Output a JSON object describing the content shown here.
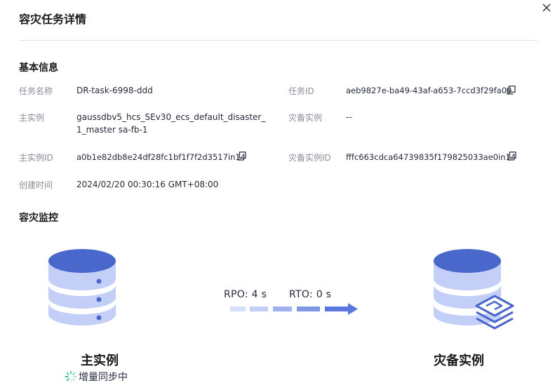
{
  "dialog": {
    "title": "容灾任务详情",
    "close_icon": "close-icon"
  },
  "basic_info": {
    "section_title": "基本信息",
    "task_name_label": "任务名称",
    "task_name_value": "DR-task-6998-ddd",
    "task_id_label": "任务ID",
    "task_id_value": "aeb9827e-ba49-43af-a653-7ccd3f29fa09",
    "primary_instance_label": "主实例",
    "primary_instance_value_line1": "gaussdbv5_hcs_SEv30_ecs_default_disaster_",
    "primary_instance_value_line2": "1_master sa-fb-1",
    "standby_instance_label": "灾备实例",
    "standby_instance_value": "--",
    "primary_instance_id_label": "主实例ID",
    "primary_instance_id_value": "a0b1e82db8e24df28fc1bf1f7f2d3517in14",
    "standby_instance_id_label": "灾备实例ID",
    "standby_instance_id_value": "fffc663cdca64739835f179825033ae0in14",
    "created_time_label": "创建时间",
    "created_time_value": "2024/02/20 00:30:16 GMT+08:00"
  },
  "monitor": {
    "section_title": "容灾监控",
    "primary_name": "主实例",
    "standby_name": "灾备实例",
    "rpo_text": "RPO: 4 s",
    "rto_text": "RTO: 0 s",
    "sync_status": "增量同步中",
    "colors": {
      "db_top": "#4a67cc",
      "db_body": "#c3cff7",
      "db_dot": "#4a67cc",
      "arrow_dark": "#5a77dd",
      "arrow_light": "#c9d4f8"
    }
  }
}
